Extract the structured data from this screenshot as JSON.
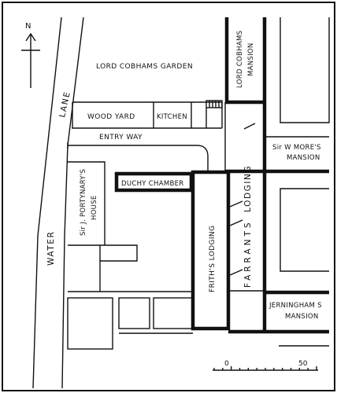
{
  "compass": {
    "label": "N"
  },
  "labels": {
    "water": "WATER",
    "lane": "LANE",
    "garden": "LORD COBHAMS GARDEN",
    "mansion_line1": "LORD COBHAMS",
    "mansion_line2": "MANSION",
    "wood_yard": "WOOD YARD",
    "kitchen": "KITCHEN",
    "entry_way": "ENTRY WAY",
    "more_line1": "Sir W MORE'S",
    "more_line2": "MANSION",
    "duchy": "DUCHY CHAMBER",
    "portynary_line1": "Sir J. PORTYNARY'S",
    "portynary_line2": "HOUSE",
    "friths": "FRITH'S LODGING",
    "lodging": "LODGING",
    "farrants": "FARRANTS",
    "jerningham_line1": "JERNINGHAM S",
    "jerningham_line2": "MANSION"
  },
  "scale": {
    "start": "0",
    "end": "50",
    "unit_count": 13
  }
}
